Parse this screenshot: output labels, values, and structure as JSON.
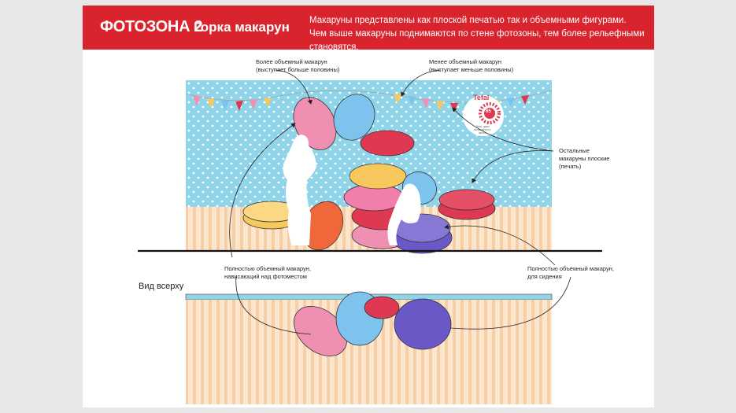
{
  "header": {
    "number": "ФОТОЗОНА 2",
    "title": "Горка макарун",
    "description_line1": "Макаруны представлены как плоской печатью так и объемными фигурами.",
    "description_line2": "Чем выше макаруны поднимаются по стене фотозоны, тем более рельефными становятся."
  },
  "callouts": {
    "more_volume_line1": "Более объемный макарун",
    "more_volume_line2": "(выступает больше половины)",
    "less_volume_line1": "Менее объемный макарун",
    "less_volume_line2": "(выступает меньше половины)",
    "flat_line1": "Остальные",
    "flat_line2": "макаруны плоские",
    "flat_line3": "(печать)",
    "hanging_line1": "Полностью объемный макарун,",
    "hanging_line2": "нависающий над фотоместом",
    "seat_line1": "Полностью объемный макарун,",
    "seat_line2": "для сидения"
  },
  "top_view_label": "Вид всерху",
  "logo": {
    "brand": "Tefal",
    "anniversary": "65",
    "tagline_line1": "Tefal, идеи возможность",
    "tagline_line2": "жизни"
  },
  "colors": {
    "header_red": "#d9232d",
    "wall_blue": "#8fd4e8",
    "floor_peach": "#f8d7b3",
    "macaron_pink": "#ef8fb1",
    "macaron_blue": "#7ec3ee",
    "macaron_red": "#de3852",
    "macaron_yellow": "#f7c95c",
    "macaron_orange": "#f0673a",
    "macaron_purple": "#6b58c7"
  }
}
